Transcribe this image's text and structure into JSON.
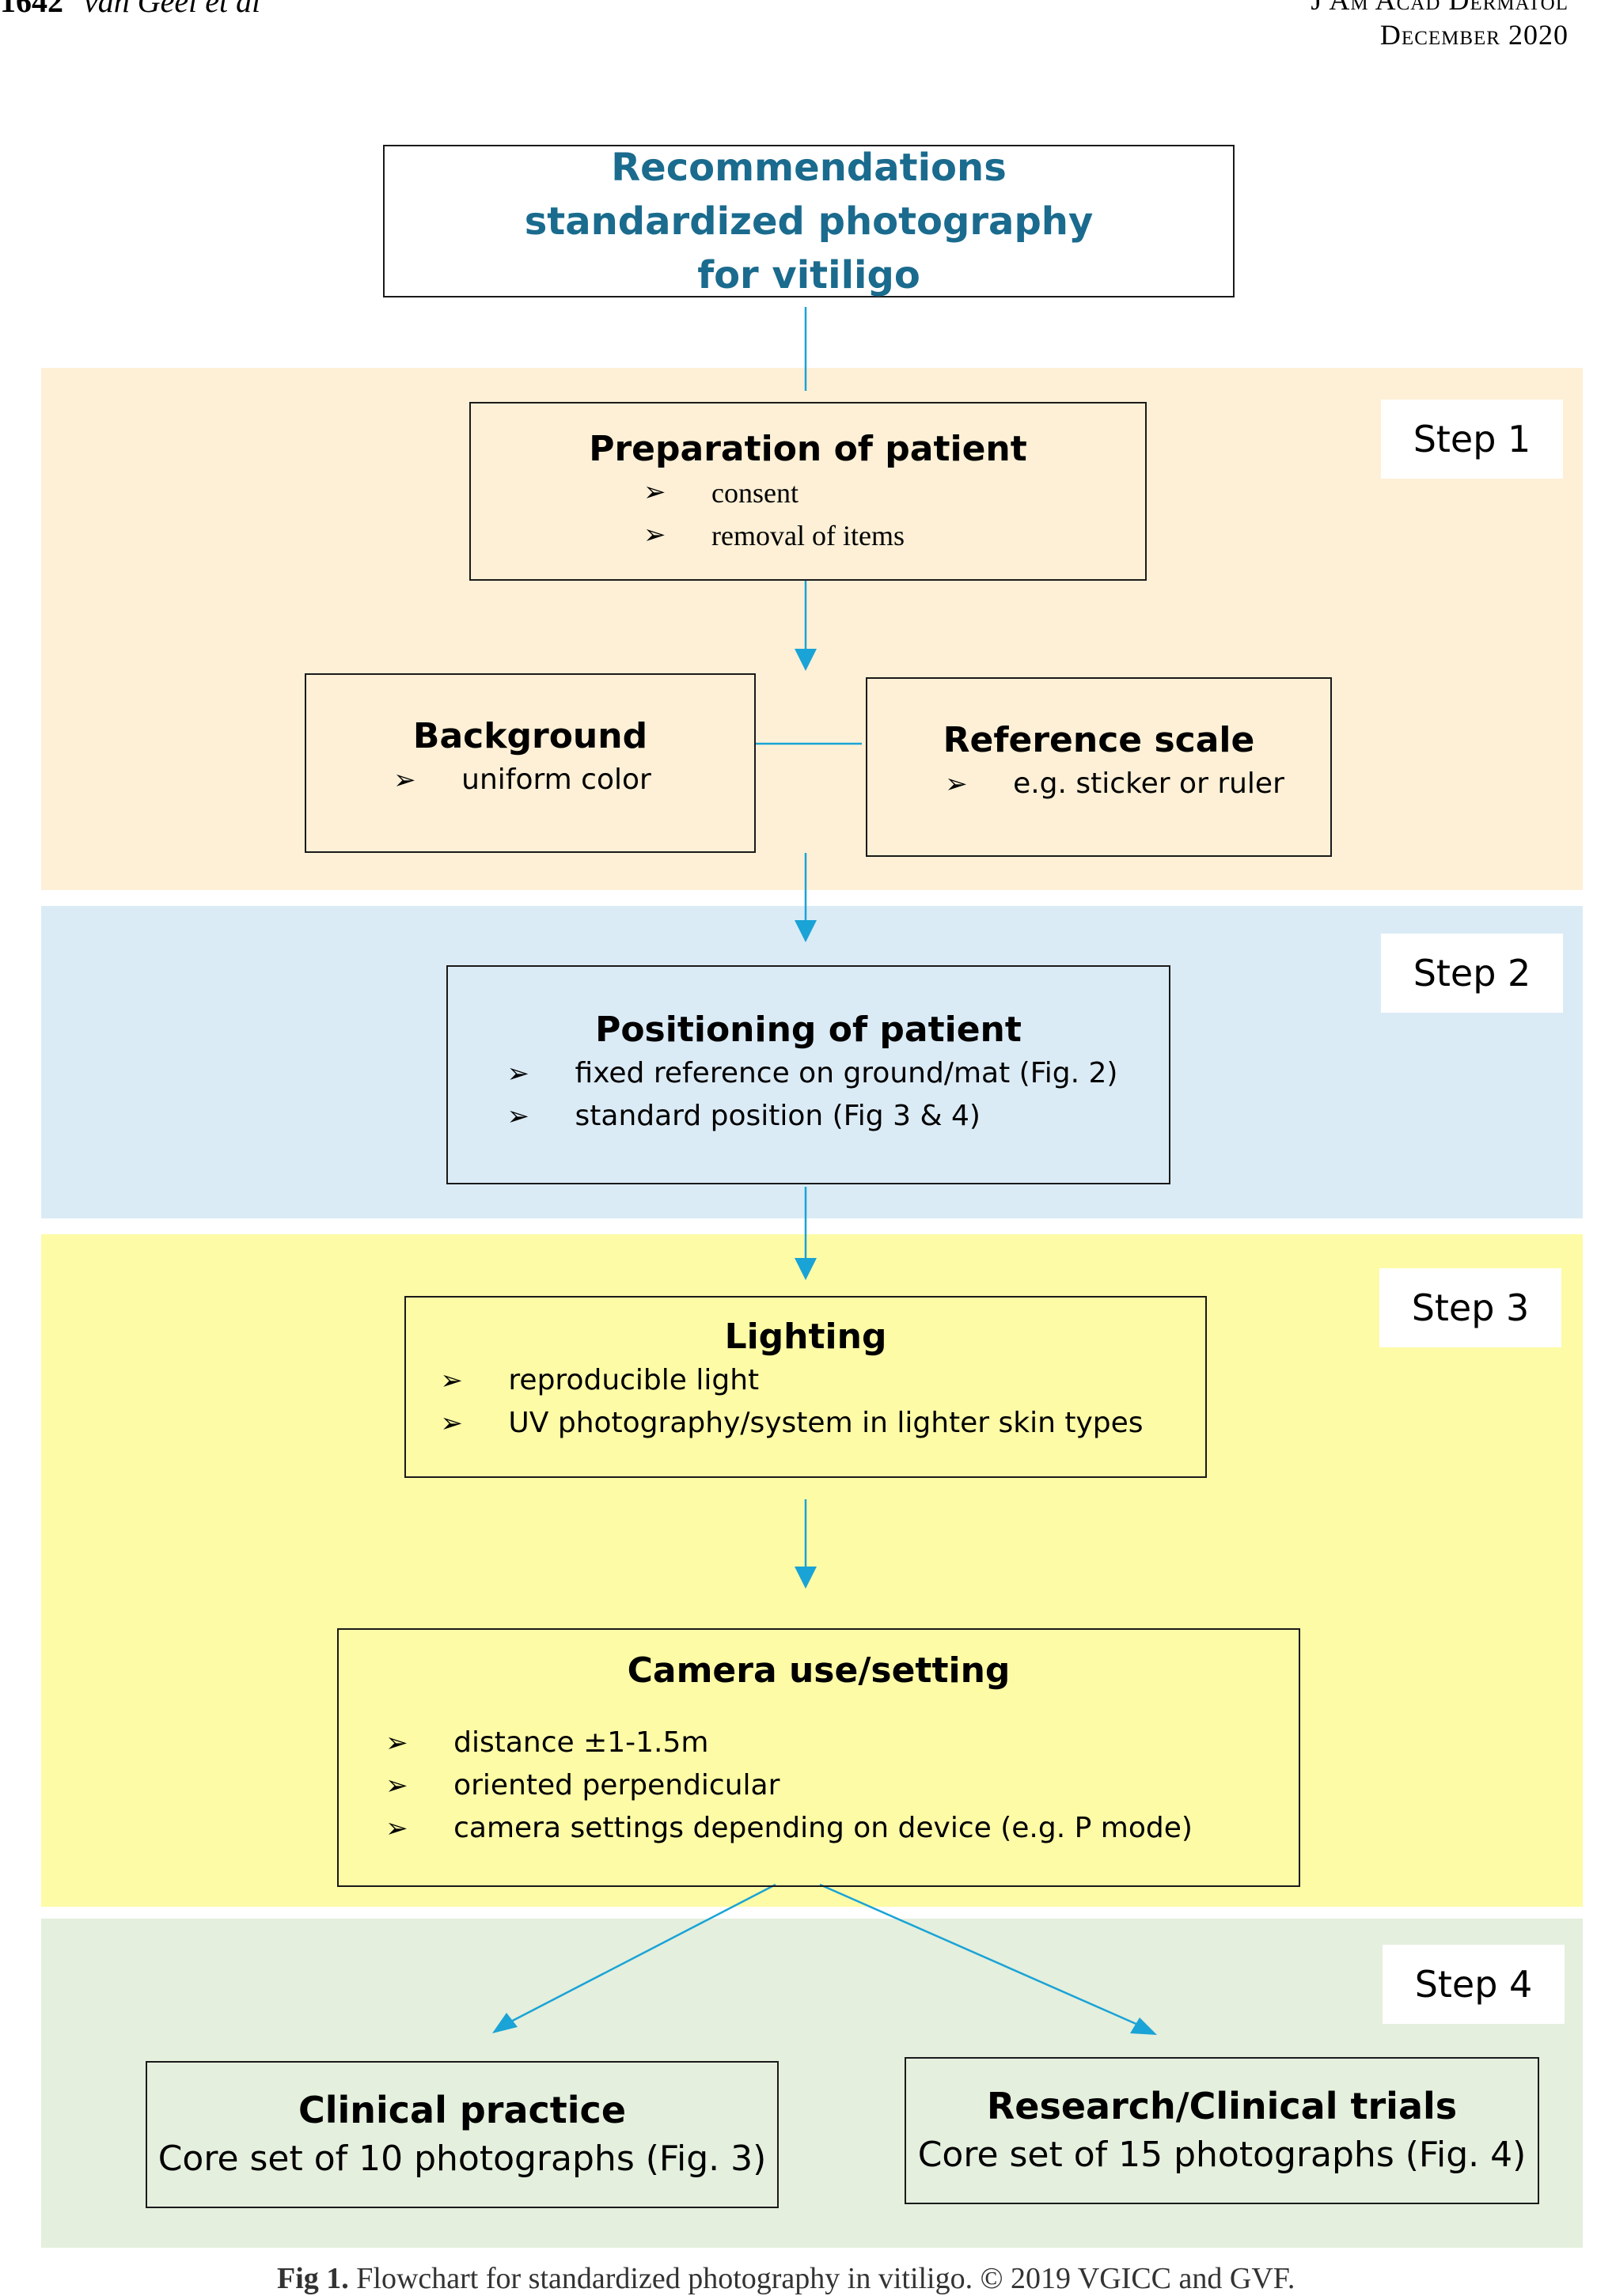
{
  "header": {
    "page_number": "1642",
    "authors": "van Geel et al",
    "journal": "J Am Acad Dermatol",
    "issue": "December 2020"
  },
  "diagram": {
    "title": "Recommendations standardized photography for vitiligo",
    "steps": [
      {
        "label": "Step 1"
      },
      {
        "label": "Step 2"
      },
      {
        "label": "Step 3"
      },
      {
        "label": "Step 4"
      }
    ],
    "boxes": {
      "preparation": {
        "title": "Preparation of patient",
        "items": [
          "consent",
          "removal of items"
        ]
      },
      "background": {
        "title": "Background",
        "items": [
          "uniform color"
        ]
      },
      "reference_scale": {
        "title": "Reference scale",
        "items": [
          "e.g. sticker or ruler"
        ]
      },
      "positioning": {
        "title": "Positioning of patient",
        "items": [
          "fixed reference on ground/mat (Fig. 2)",
          "standard position (Fig 3 & 4)"
        ]
      },
      "lighting": {
        "title": "Lighting",
        "items": [
          "reproducible light",
          "UV photography/system in lighter skin types"
        ]
      },
      "camera": {
        "title": "Camera use/setting",
        "items": [
          "distance ±1-1.5m",
          "oriented perpendicular",
          "camera settings depending on device (e.g. P mode)"
        ]
      },
      "clinical": {
        "title": "Clinical practice",
        "subtitle": "Core set of 10 photographs (Fig. 3)"
      },
      "research": {
        "title": "Research/Clinical trials",
        "subtitle": "Core set of 15 photographs (Fig. 4)"
      }
    },
    "bullet_glyph": "➢",
    "colors": {
      "step1_band": "#fdf0d6",
      "step2_band": "#dbebf6",
      "step3_band": "#fdfba6",
      "step4_band": "#e4efdd",
      "connector": "#1aa3d6",
      "title_text": "#1a6b8e"
    }
  },
  "caption": {
    "label": "Fig 1.",
    "text": "Flowchart for standardized photography in vitiligo. © 2019 VGICC and GVF."
  }
}
